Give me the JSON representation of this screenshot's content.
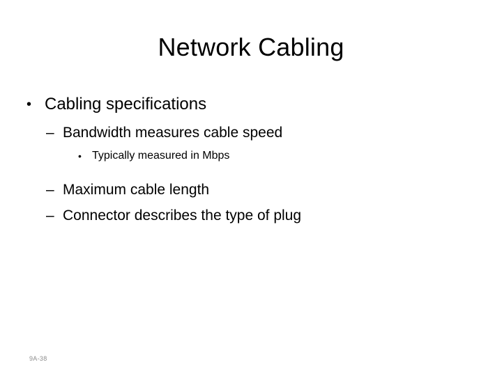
{
  "slide": {
    "title": "Network Cabling",
    "footer": "9A-38",
    "colors": {
      "background": "#ffffff",
      "text": "#000000",
      "footer_text": "#8c8c8c"
    },
    "outline": [
      {
        "level": 1,
        "marker": "•",
        "text": "Cabling specifications"
      },
      {
        "level": 2,
        "marker": "–",
        "text": "Bandwidth measures cable speed"
      },
      {
        "level": 3,
        "marker": "•",
        "text": "Typically measured in Mbps"
      },
      {
        "level": 2,
        "marker": "–",
        "text": "Maximum cable length"
      },
      {
        "level": 2,
        "marker": "–",
        "text": "Connector describes the type of plug"
      }
    ]
  }
}
